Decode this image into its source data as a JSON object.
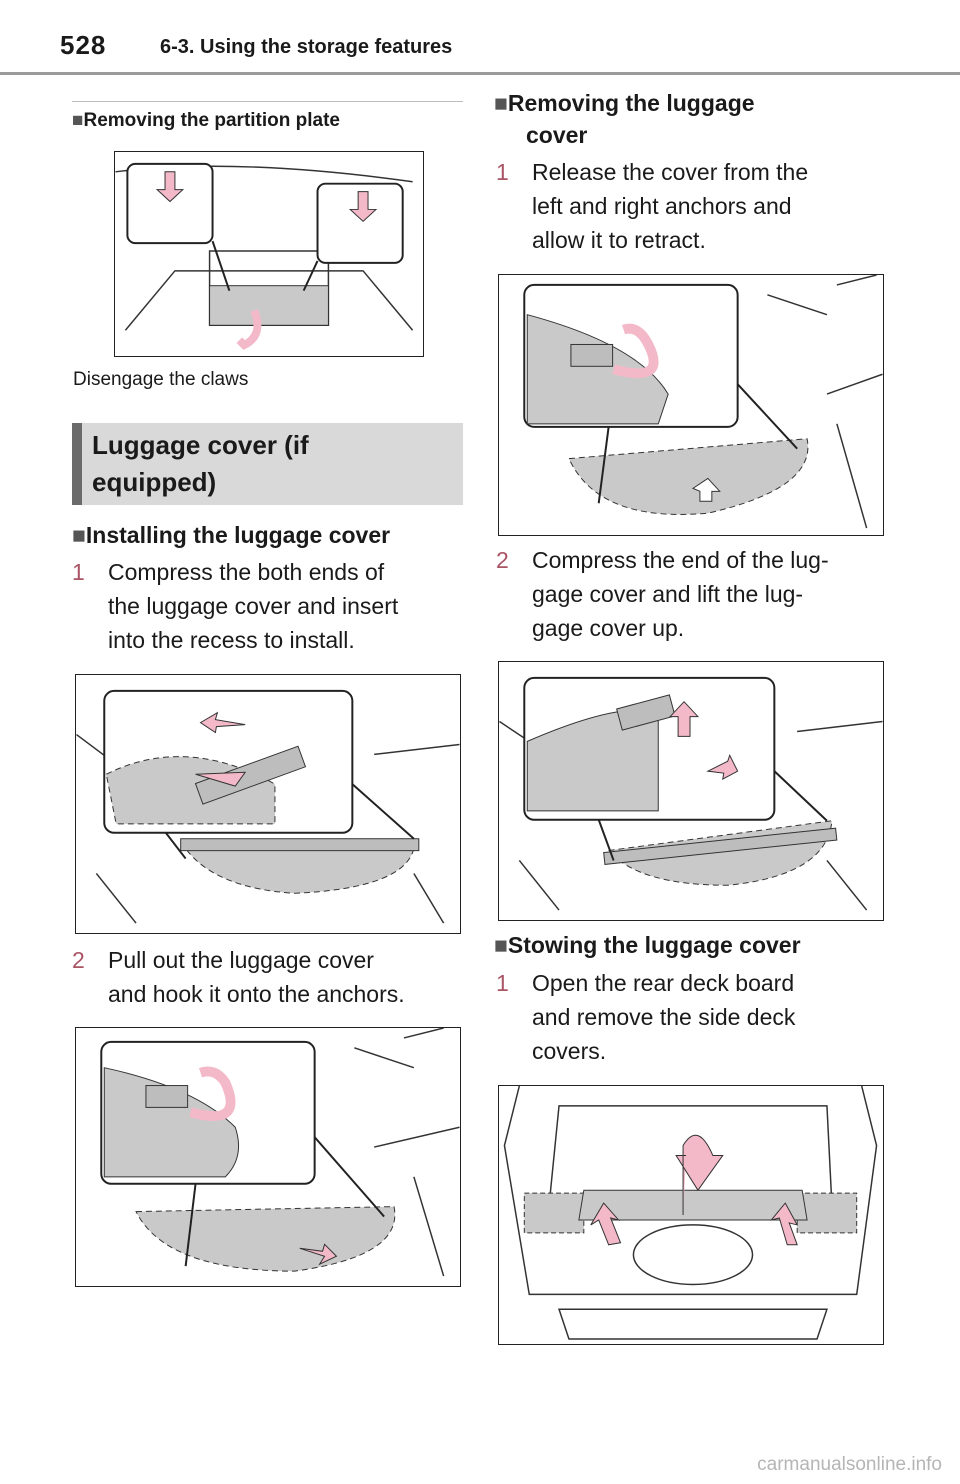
{
  "header": {
    "page_number": "528",
    "section_title": "6-3. Using the storage features"
  },
  "left_col": {
    "partition_heading": "Removing the partition plate",
    "partition_caption": "Disengage the claws",
    "banner_title_line1": "Luggage cover (if",
    "banner_title_line2": "equipped)",
    "install_heading": "Installing the luggage cover",
    "install_steps": [
      {
        "num": "1",
        "lines": [
          "Compress the both ends of",
          "the luggage cover and insert",
          "into the recess to install."
        ]
      },
      {
        "num": "2",
        "lines": [
          "Pull out the luggage cover",
          "and hook it onto the anchors."
        ]
      }
    ]
  },
  "right_col": {
    "remove_heading_line1": "Removing the luggage",
    "remove_heading_line2": "cover",
    "remove_steps": [
      {
        "num": "1",
        "lines": [
          "Release the cover from the",
          "left and right anchors and",
          "allow it to retract."
        ]
      },
      {
        "num": "2",
        "lines": [
          "Compress the end of the lug-",
          "gage cover and lift the lug-",
          "gage cover up."
        ]
      }
    ],
    "stow_heading": "Stowing the luggage cover",
    "stow_steps": [
      {
        "num": "1",
        "lines": [
          "Open the rear deck board",
          "and remove the side deck",
          "covers."
        ]
      }
    ]
  },
  "bullet_glyph": "■",
  "watermark": "carmanualsonline.info",
  "colors": {
    "arrow_pink": "#f3b9c8",
    "cover_gray": "#c9c9c9",
    "banner_bg": "#d9d9d9",
    "banner_bar": "#6b6b6b"
  }
}
